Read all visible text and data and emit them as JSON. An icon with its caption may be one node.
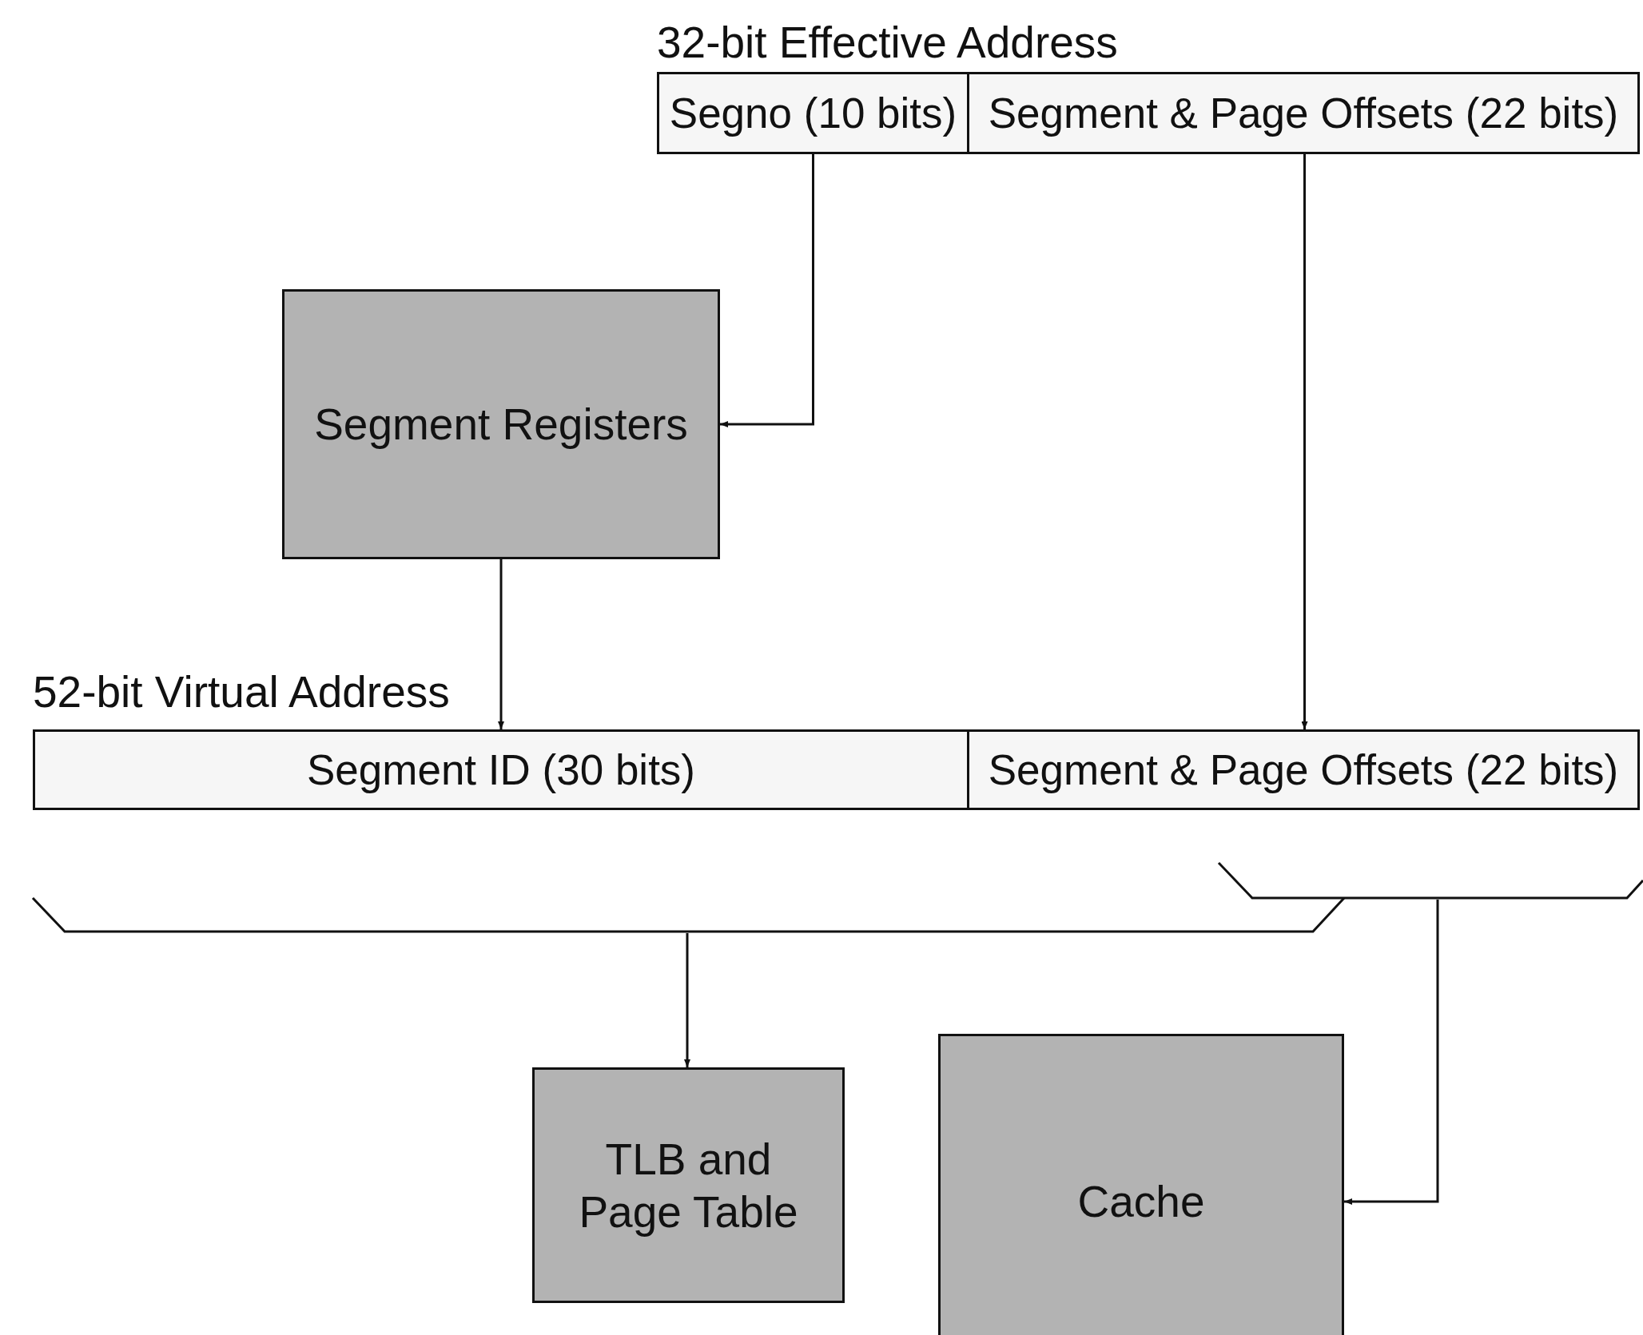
{
  "diagram": {
    "nodes": [
      {
        "text": [
          "32-bit Effective Address"
        ]
      },
      {
        "text": [
          "Segno (10 bits)"
        ],
        "in": 0
      },
      {
        "text": [
          "Segment & Page Offsets (22 bits)"
        ],
        "in": 0
      },
      {
        "text": [
          "Segment Registers"
        ]
      },
      {
        "text": [
          "52-bit Virtual Address"
        ]
      },
      {
        "text": [
          "Segment ID (30 bits)"
        ],
        "in": 4
      },
      {
        "text": [
          "Segment & Page Offsets (22 bits)"
        ],
        "in": 4
      },
      {
        "text": [],
        "shape": "bracket"
      },
      {
        "text": [],
        "shape": "bracket"
      },
      {
        "text": [
          "TLB and Page Table"
        ]
      },
      {
        "text": [
          "Cache"
        ]
      }
    ],
    "edges": [
      {
        "from": 1,
        "to": 3,
        "arrow": "to"
      },
      {
        "from": 2,
        "to": 6,
        "arrow": "to"
      },
      {
        "from": 3,
        "to": 5,
        "arrow": "to"
      },
      {
        "from": 7,
        "to": 9,
        "arrow": "to"
      },
      {
        "from": 8,
        "to": 10,
        "arrow": "to"
      }
    ]
  }
}
